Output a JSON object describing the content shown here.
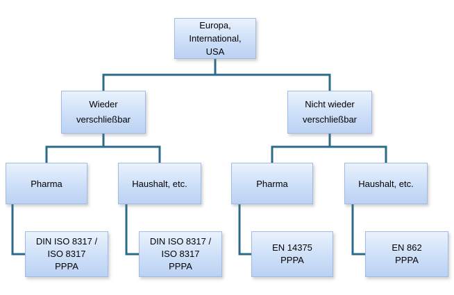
{
  "diagram": {
    "line_color": "#2b6a8a",
    "box_fill": "#cddff8",
    "box_border": "#9fbbe3",
    "root": {
      "label": "Europa,\nInternational,\nUSA"
    },
    "branches": [
      {
        "label": "Wieder\nverschließbar",
        "children": [
          {
            "label": "Pharma",
            "leaf": "DIN ISO 8317 /\nISO 8317\nPPPA"
          },
          {
            "label": "Haushalt, etc.",
            "leaf": "DIN ISO 8317 /\nISO 8317\nPPPA"
          }
        ]
      },
      {
        "label": "Nicht wieder\nverschließbar",
        "children": [
          {
            "label": "Pharma",
            "leaf": "EN 14375\nPPPA"
          },
          {
            "label": "Haushalt, etc.",
            "leaf": "EN 862\nPPPA"
          }
        ]
      }
    ]
  }
}
